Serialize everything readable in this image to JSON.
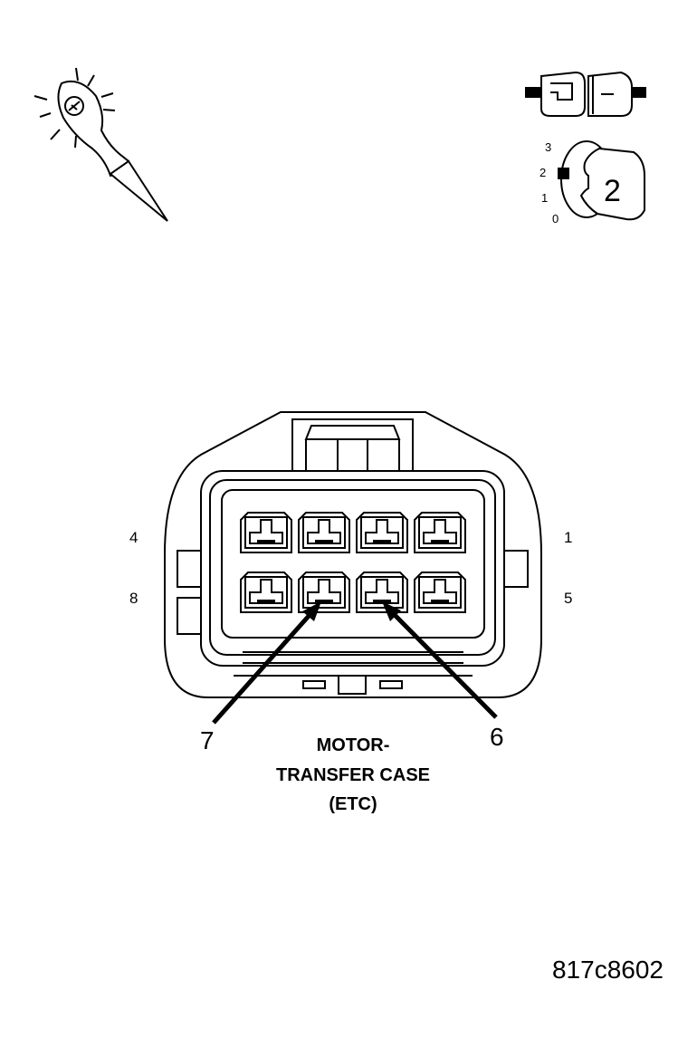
{
  "connector": {
    "pin_labels": {
      "top_left": "4",
      "bottom_left": "8",
      "top_right": "1",
      "bottom_right": "5"
    },
    "callouts": {
      "left": "7",
      "right": "6"
    },
    "caption": {
      "line1": "MOTOR-",
      "line2": "TRANSFER CASE",
      "line3": "(ETC)"
    }
  },
  "ignition_key": {
    "positions": [
      "3",
      "2",
      "1",
      "0"
    ],
    "selected": "2"
  },
  "figure_code": "817c8602",
  "icons": [
    "back-probe-tool-icon",
    "connector-state-icon",
    "ignition-key-icon"
  ]
}
